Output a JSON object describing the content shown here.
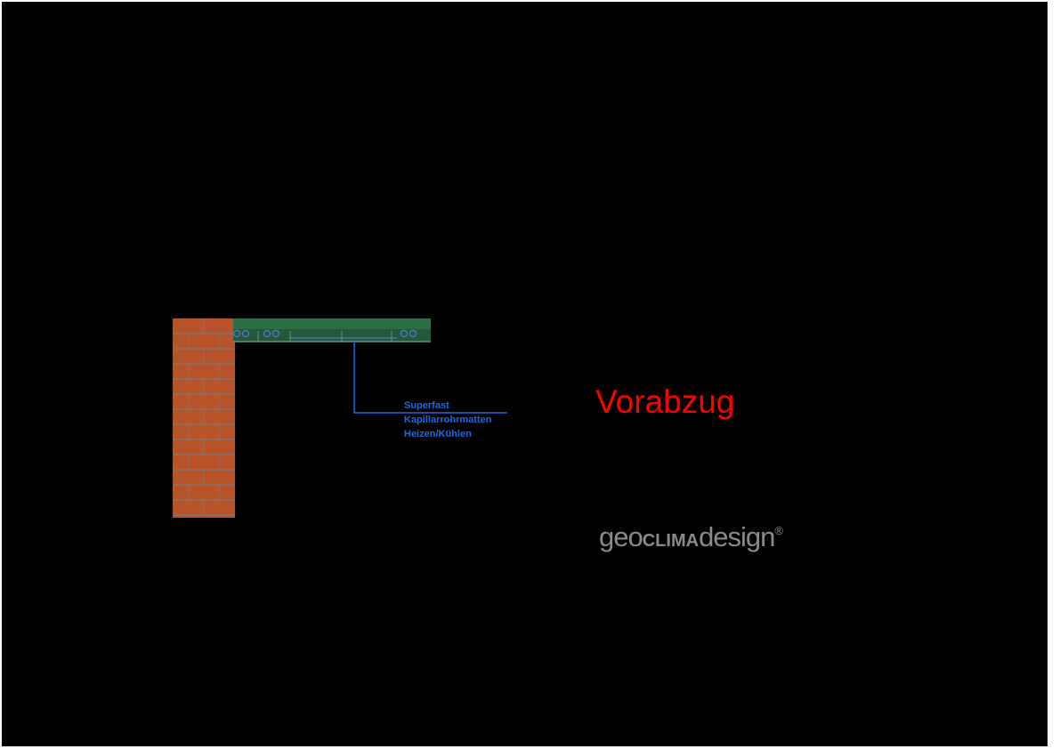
{
  "drawing": {
    "callout_lines": [
      "Superfast",
      "Kapillarrohrmatten",
      "Heizen/Kühlen"
    ],
    "stamp": "Vorabzug",
    "logo": {
      "part1": "geo",
      "part2": "CLIMA",
      "part3": "design",
      "registered": "®"
    }
  },
  "colors": {
    "background": "#000000",
    "brick": "#b8532a",
    "mortar": "#7a7a7a",
    "floor_slab": "#2c6e45",
    "callout": "#1a6be0",
    "stamp": "#ff0000",
    "logo": "#8a8a8a"
  }
}
